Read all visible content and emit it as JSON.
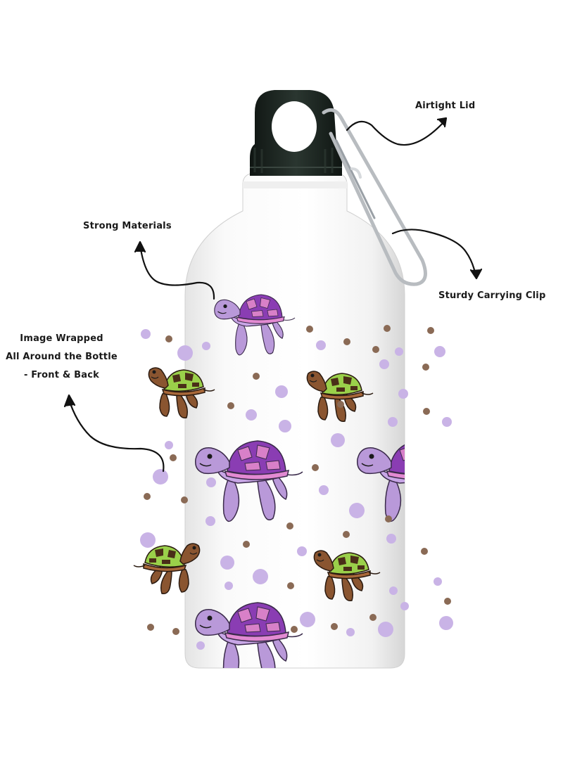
{
  "callouts": {
    "airtight_lid": "Airtight Lid",
    "strong_materials": "Strong Materials",
    "sturdy_clip": "Sturdy Carrying Clip",
    "image_wrapped": {
      "line1": "Image Wrapped",
      "line2": "All Around the Bottle",
      "line3": "- Front & Back"
    }
  },
  "colors": {
    "background": "#ffffff",
    "bottle_body": "#f7f7f7",
    "lid": "#1c2620",
    "carabiner": "#b8bcc0",
    "turtle_purple": "#b999d9",
    "turtle_purple_shell": "#8a3db3",
    "turtle_pink": "#d880c8",
    "turtle_brown": "#8a5530",
    "turtle_green": "#9ad04a",
    "dot_lavender": "#c9b3e6",
    "dot_brown": "#8a6a55",
    "arrow": "#111111"
  },
  "product": {
    "pattern": "turtle",
    "item": "bottle-with-carabiner"
  }
}
